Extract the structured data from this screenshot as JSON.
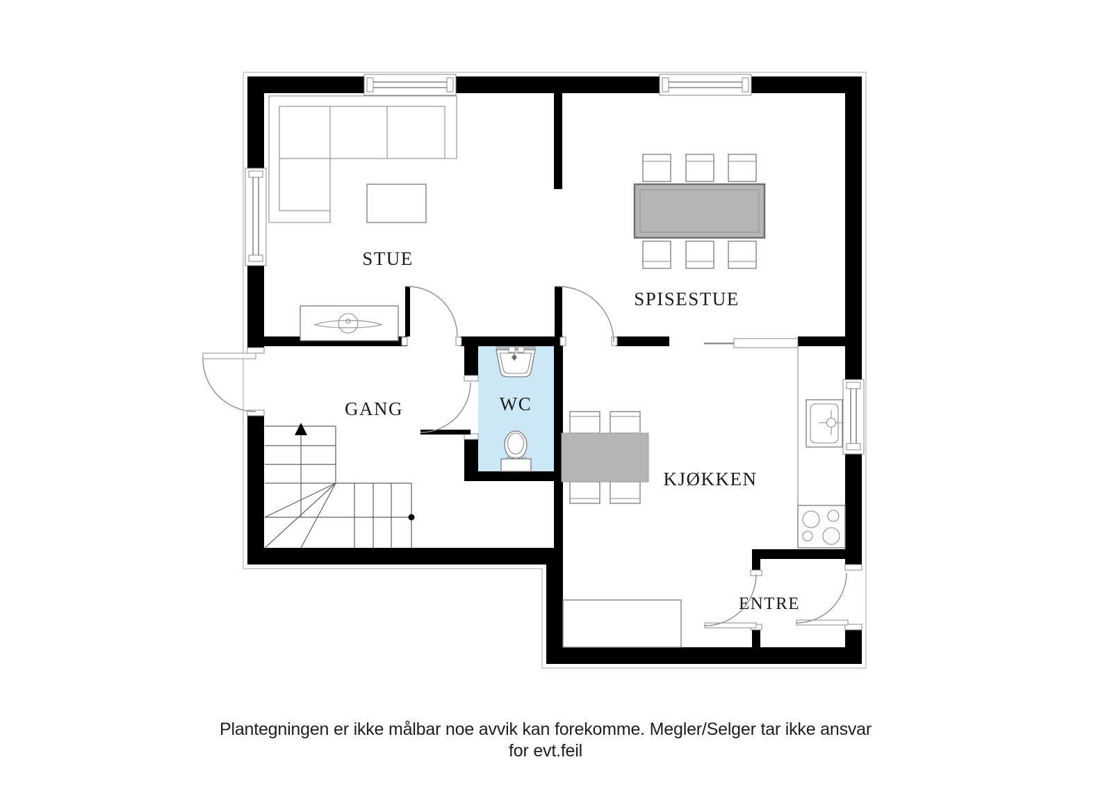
{
  "floorplan": {
    "rooms": {
      "stue": {
        "label": "STUE"
      },
      "spisestue": {
        "label": "SPISESTUE"
      },
      "gang": {
        "label": "GANG"
      },
      "wc": {
        "label": "WC"
      },
      "kjokken": {
        "label": "KJØKKEN"
      },
      "entre": {
        "label": "ENTRE"
      }
    },
    "icons": [
      "window-icon",
      "door-icon",
      "sliding-door-icon",
      "stairs-icon",
      "sofa-icon",
      "coffee-table-icon",
      "fireplace-icon",
      "dining-table-icon",
      "chair-icon",
      "kitchen-counter-icon",
      "stove-icon",
      "kitchen-sink-icon",
      "wc-sink-icon",
      "toilet-icon",
      "sideboard-icon"
    ],
    "colors": {
      "wall": "#000000",
      "wc_floor": "#cce8f6",
      "table_gray": "#b5b5b5",
      "dining_table_border": "#6f6f6f",
      "outline_gray": "#a8a8a8"
    },
    "disclaimer": {
      "line1": "Plantegningen er ikke målbar noe avvik kan forekomme. Megler/Selger tar ikke ansvar",
      "line2": "for evt.feil"
    }
  }
}
